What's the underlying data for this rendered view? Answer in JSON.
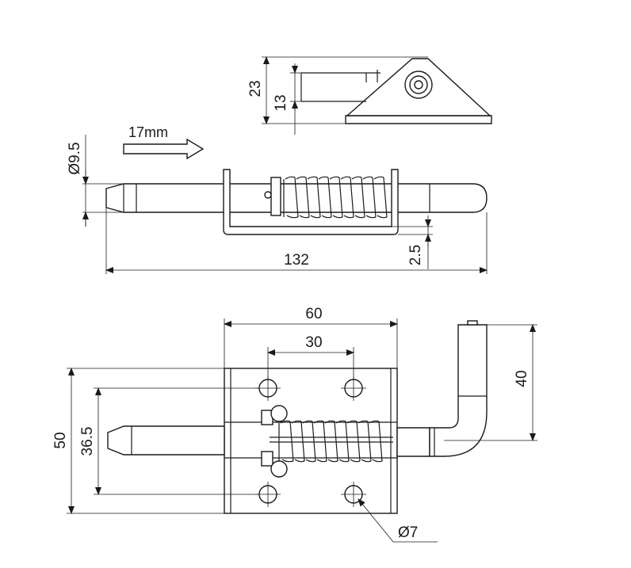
{
  "dimensions": {
    "height_total": "23",
    "height_pin": "13",
    "pin_diameter": "Ø9.5",
    "stroke": "17mm",
    "gap": "2.5",
    "overall_length": "132",
    "plate_width": "60",
    "hole_spacing": "30",
    "plate_height": "50",
    "hole_vertical_spacing": "36.5",
    "handle_height": "40",
    "hole_diameter": "Ø7"
  },
  "colors": {
    "line": "#1a1a1a",
    "background": "#ffffff"
  },
  "icons": [
    "arrow-right-icon",
    "spring-icon",
    "crosshair-hole-icon"
  ]
}
